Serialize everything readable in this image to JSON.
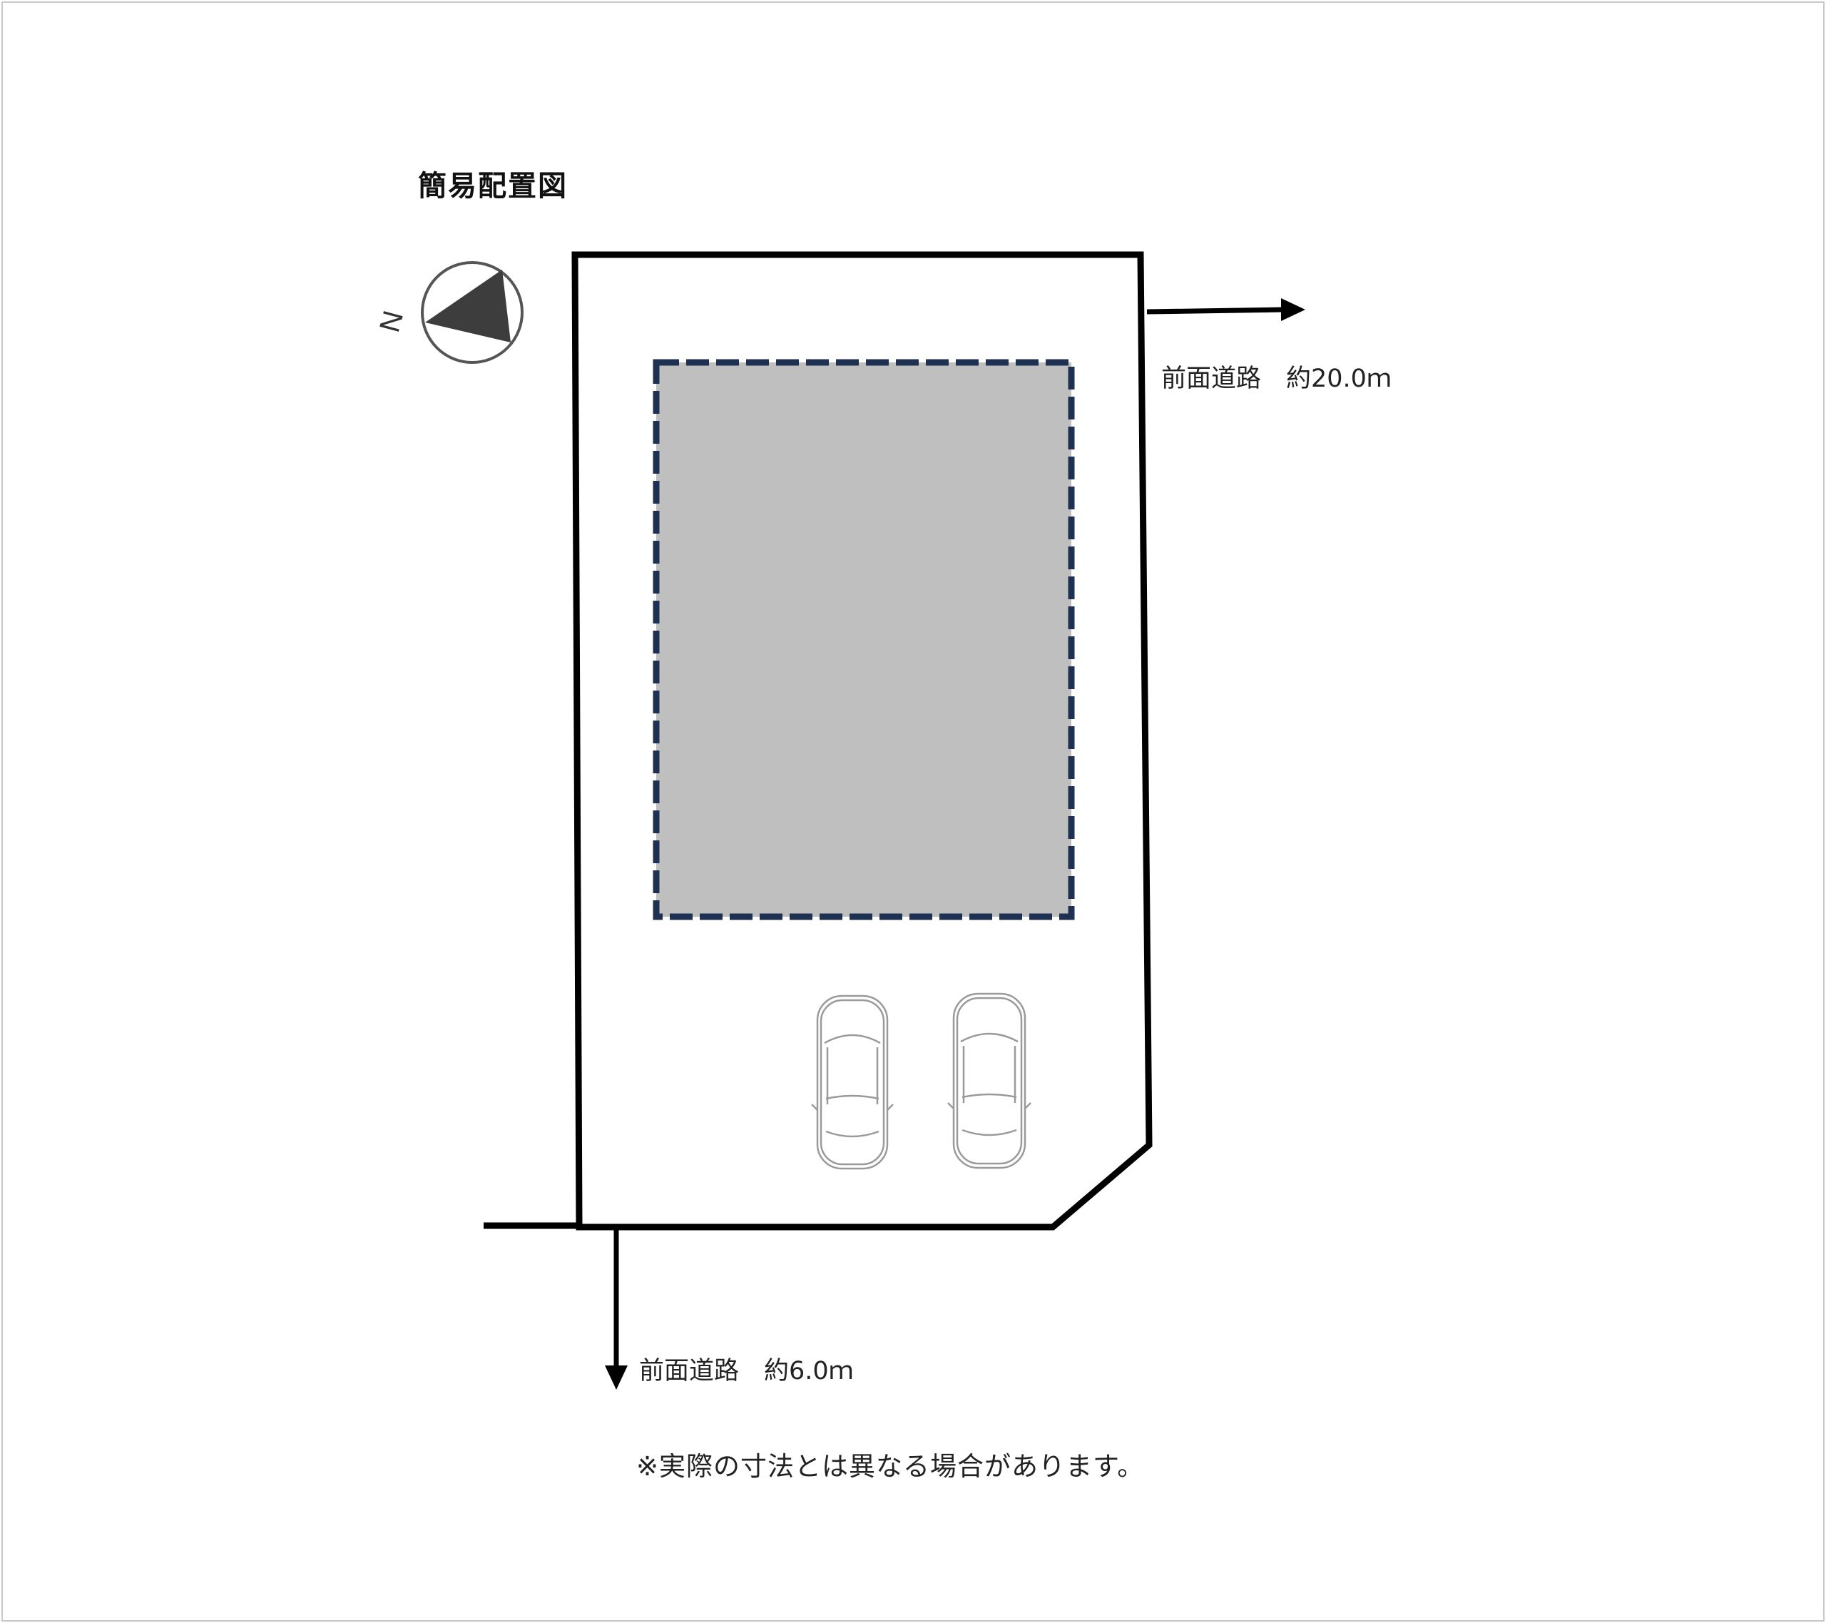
{
  "title": "簡易配置図",
  "compass": {
    "letter": "N"
  },
  "roads": {
    "east": {
      "label": "前面道路　約20.0ｍ"
    },
    "south": {
      "label": "前面道路　約6.0ｍ"
    }
  },
  "note": "※実際の寸法とは異なる場合があります。",
  "colors": {
    "lot_outline": "#000000",
    "building_fill": "#bfbfbf",
    "building_dash": "#1f3153",
    "compass_triangle": "#3d3d3d",
    "car_outline": "#9a9a9a"
  }
}
